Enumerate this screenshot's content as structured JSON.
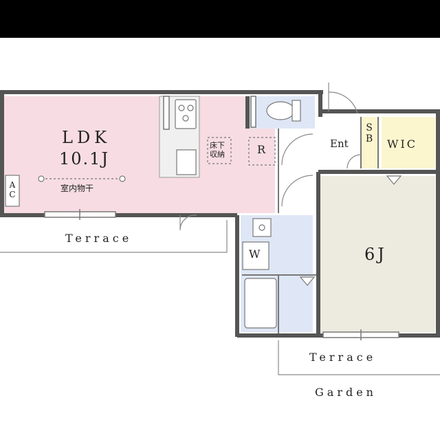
{
  "colors": {
    "ldk": "#f7dde3",
    "wet": "#dfe7f6",
    "bedroom": "#edebe0",
    "storage": "#fcf6cf",
    "wall": "#555555",
    "line": "#8a8a8a"
  },
  "rooms": {
    "ldk_name": "LDK",
    "ldk_size": "10.1J",
    "ac": "AC",
    "drying": "室内物干",
    "underfloor": "床下収納",
    "fridge": "R",
    "entrance": "Ent",
    "shoe_box": "SB",
    "wic": "WIC",
    "washer": "W",
    "bedroom_size": "6J"
  },
  "exterior": {
    "terrace_left": "Terrace",
    "terrace_right": "Terrace",
    "garden": "Garden"
  }
}
